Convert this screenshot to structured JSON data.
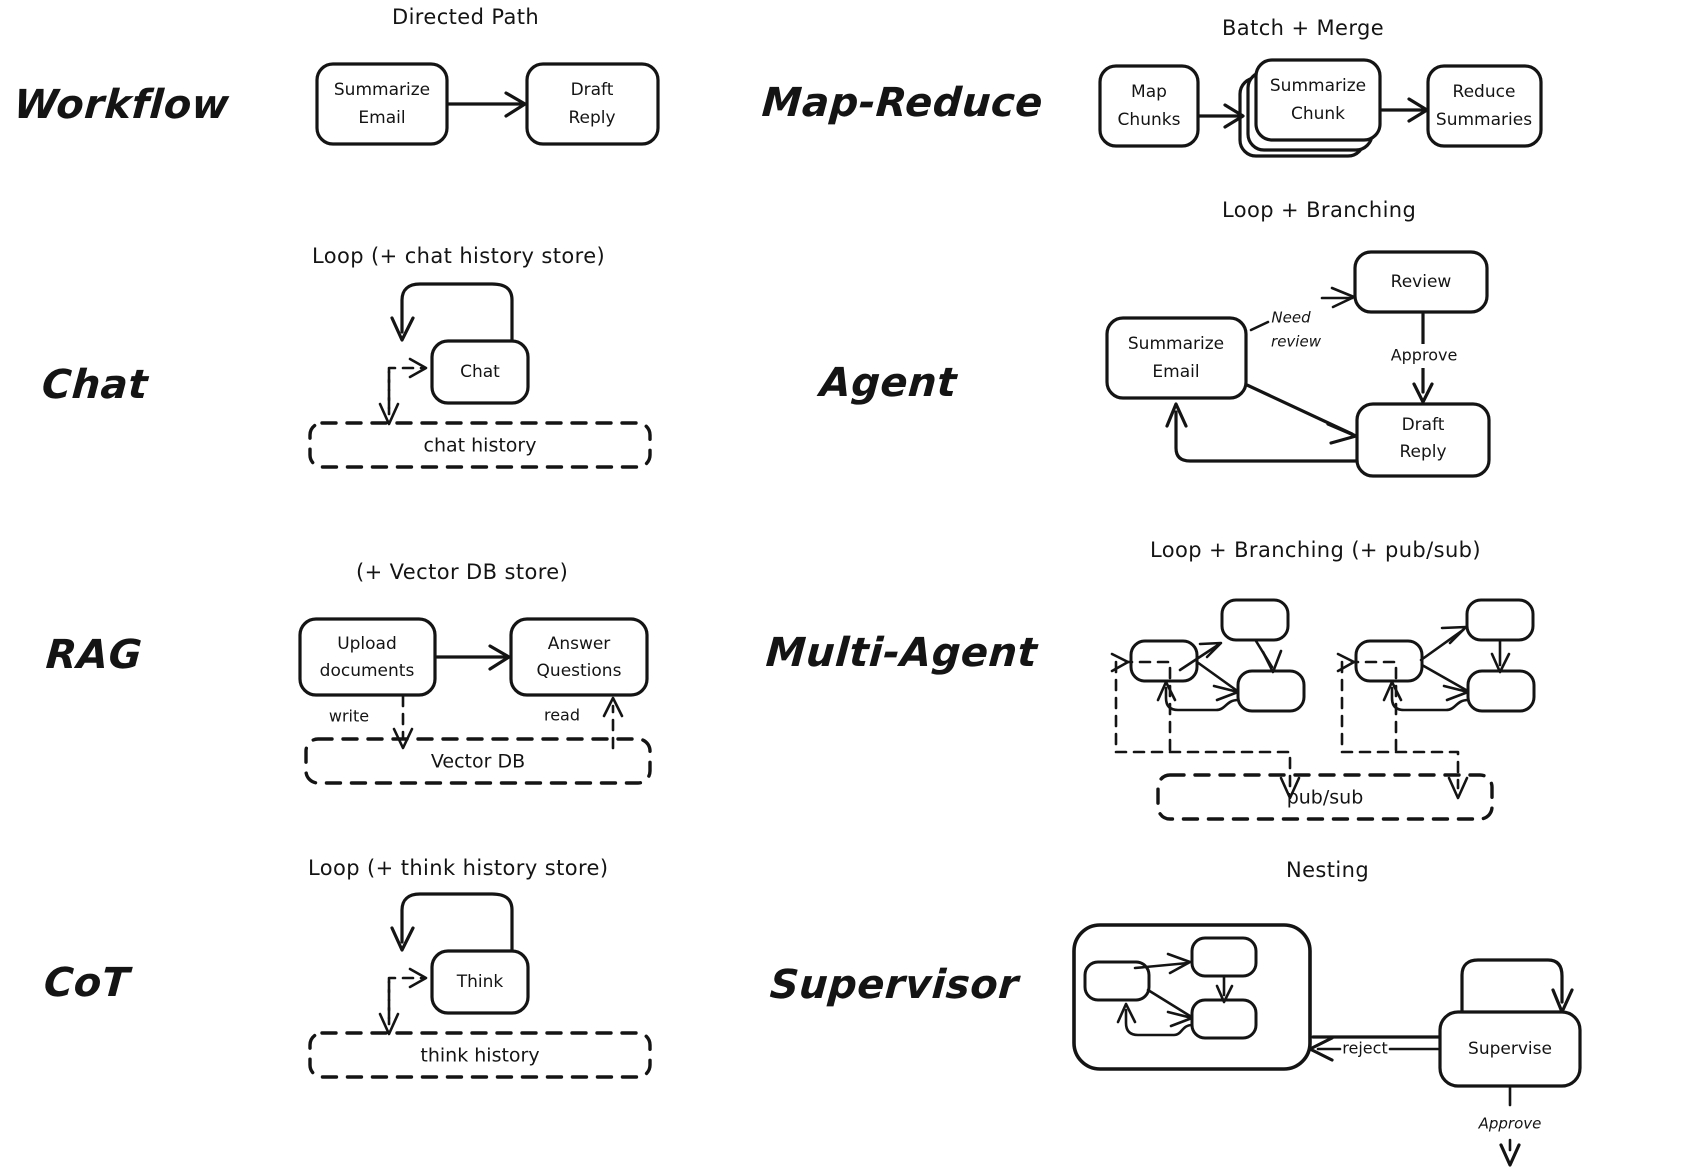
{
  "diagram": {
    "title_note": "Agentic patterns overview",
    "rows": [
      {
        "id": "workflow",
        "label": "Workflow",
        "caption": "Directed Path",
        "nodes": [
          {
            "id": "summarize-email",
            "lines": [
              "Summarize",
              "Email"
            ]
          },
          {
            "id": "draft-reply",
            "lines": [
              "Draft",
              "Reply"
            ]
          }
        ],
        "edges": [],
        "stores": []
      },
      {
        "id": "map-reduce",
        "label": "Map-Reduce",
        "caption": "Batch + Merge",
        "nodes": [
          {
            "id": "map-chunks",
            "lines": [
              "Map",
              "Chunks"
            ]
          },
          {
            "id": "summarize-chunk",
            "lines": [
              "Summarize",
              "Chunk"
            ],
            "stacked": true
          },
          {
            "id": "reduce-summaries",
            "lines": [
              "Reduce",
              "Summaries"
            ]
          }
        ],
        "edges": [],
        "stores": []
      },
      {
        "id": "chat",
        "label": "Chat",
        "caption": "Loop (+ chat history store)",
        "nodes": [
          {
            "id": "chat-node",
            "lines": [
              "Chat"
            ]
          }
        ],
        "edges": [],
        "stores": [
          {
            "id": "chat-history",
            "label": "chat history"
          }
        ]
      },
      {
        "id": "agent",
        "label": "Agent",
        "caption": "Loop + Branching",
        "nodes": [
          {
            "id": "summarize-email",
            "lines": [
              "Summarize",
              "Email"
            ]
          },
          {
            "id": "review",
            "lines": [
              "Review"
            ]
          },
          {
            "id": "draft-reply",
            "lines": [
              "Draft",
              "Reply"
            ]
          }
        ],
        "edges": [
          {
            "id": "need-review",
            "lines": [
              "Need",
              "review"
            ]
          },
          {
            "id": "approve",
            "lines": [
              "Approve"
            ]
          }
        ],
        "stores": []
      },
      {
        "id": "rag",
        "label": "RAG",
        "caption": "(+ Vector DB store)",
        "nodes": [
          {
            "id": "upload-documents",
            "lines": [
              "Upload",
              "documents"
            ]
          },
          {
            "id": "answer-questions",
            "lines": [
              "Answer",
              "Questions"
            ]
          }
        ],
        "edges": [
          {
            "id": "write",
            "lines": [
              "write"
            ]
          },
          {
            "id": "read",
            "lines": [
              "read"
            ]
          }
        ],
        "stores": [
          {
            "id": "vector-db",
            "label": "Vector DB"
          }
        ]
      },
      {
        "id": "multi-agent",
        "label": "Multi-Agent",
        "caption": "Loop + Branching (+ pub/sub)",
        "nodes": [],
        "edges": [],
        "stores": [
          {
            "id": "pub-sub",
            "label": "pub/sub"
          }
        ]
      },
      {
        "id": "cot",
        "label": "CoT",
        "caption": "Loop (+ think history store)",
        "nodes": [
          {
            "id": "think-node",
            "lines": [
              "Think"
            ]
          }
        ],
        "edges": [],
        "stores": [
          {
            "id": "think-history",
            "label": "think history"
          }
        ]
      },
      {
        "id": "supervisor",
        "label": "Supervisor",
        "caption": "Nesting",
        "nodes": [
          {
            "id": "supervise",
            "lines": [
              "Supervise"
            ]
          }
        ],
        "edges": [
          {
            "id": "reject",
            "lines": [
              "reject"
            ]
          },
          {
            "id": "approve",
            "lines": [
              "Approve"
            ]
          }
        ],
        "stores": []
      }
    ],
    "text": {
      "workflow_label": "Workflow",
      "workflow_caption": "Directed Path",
      "workflow_n1_l1": "Summarize",
      "workflow_n1_l2": "Email",
      "workflow_n2_l1": "Draft",
      "workflow_n2_l2": "Reply",
      "mapreduce_label": "Map-Reduce",
      "mapreduce_caption": "Batch + Merge",
      "mapreduce_n1_l1": "Map",
      "mapreduce_n1_l2": "Chunks",
      "mapreduce_n2_l1": "Summarize",
      "mapreduce_n2_l2": "Chunk",
      "mapreduce_n3_l1": "Reduce",
      "mapreduce_n3_l2": "Summaries",
      "chat_label": "Chat",
      "chat_caption": "Loop (+ chat history store)",
      "chat_node": "Chat",
      "chat_store": "chat history",
      "agent_label": "Agent",
      "agent_caption": "Loop + Branching",
      "agent_n1_l1": "Summarize",
      "agent_n1_l2": "Email",
      "agent_n2": "Review",
      "agent_n3_l1": "Draft",
      "agent_n3_l2": "Reply",
      "agent_e1_l1": "Need",
      "agent_e1_l2": "review",
      "agent_e2": "Approve",
      "rag_label": "RAG",
      "rag_caption": "(+ Vector DB store)",
      "rag_n1_l1": "Upload",
      "rag_n1_l2": "documents",
      "rag_n2_l1": "Answer",
      "rag_n2_l2": "Questions",
      "rag_write": "write",
      "rag_read": "read",
      "rag_store": "Vector DB",
      "multiagent_label": "Multi-Agent",
      "multiagent_caption": "Loop + Branching (+ pub/sub)",
      "multiagent_store": "pub/sub",
      "cot_label": "CoT",
      "cot_caption": "Loop (+ think history store)",
      "cot_node": "Think",
      "cot_store": "think history",
      "supervisor_label": "Supervisor",
      "supervisor_caption": "Nesting",
      "supervisor_node": "Supervise",
      "supervisor_reject": "reject",
      "supervisor_approve": "Approve"
    },
    "colors": {
      "background": "#ffffff",
      "ink": "#141414"
    }
  }
}
